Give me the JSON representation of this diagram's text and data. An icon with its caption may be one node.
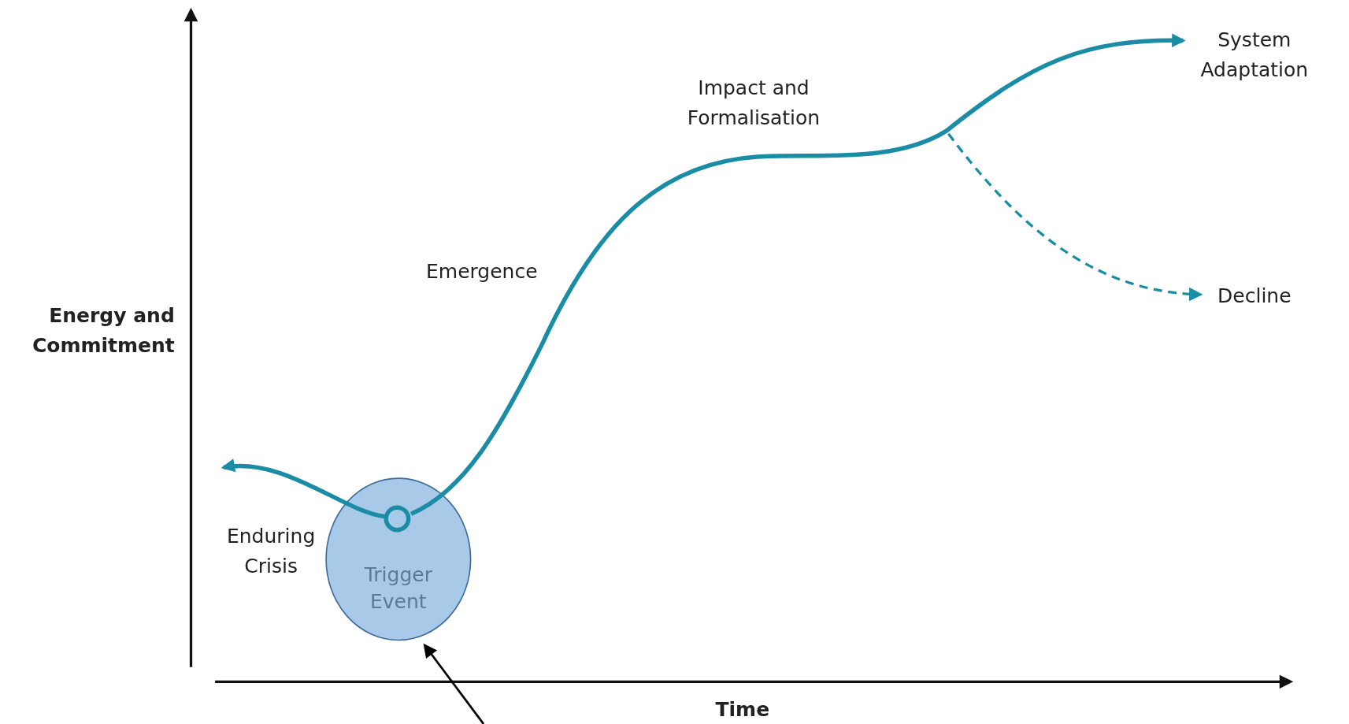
{
  "diagram": {
    "nodes": [
      {
        "text": [
          "Trigger Event"
        ]
      },
      {
        "text": [],
        "shape": "circle",
        "in": 0
      },
      {
        "text": [
          "System Adaptation"
        ]
      },
      {
        "text": [
          "Decline"
        ]
      }
    ],
    "edges": [
      {
        "from": 1,
        "to": 2,
        "arrow": "to"
      },
      {
        "from": 1,
        "to": 3,
        "arrow": "to",
        "style": "dashed"
      },
      {
        "from": 1,
        "to": null,
        "arrow": "to"
      },
      {
        "from": null,
        "to": 0,
        "arrow": "to",
        "color": "#000000"
      }
    ],
    "labels": [
      "Impact and Formalisation",
      "Emergence",
      "Energy and Commitment",
      "Enduring Crisis",
      "Time"
    ]
  }
}
